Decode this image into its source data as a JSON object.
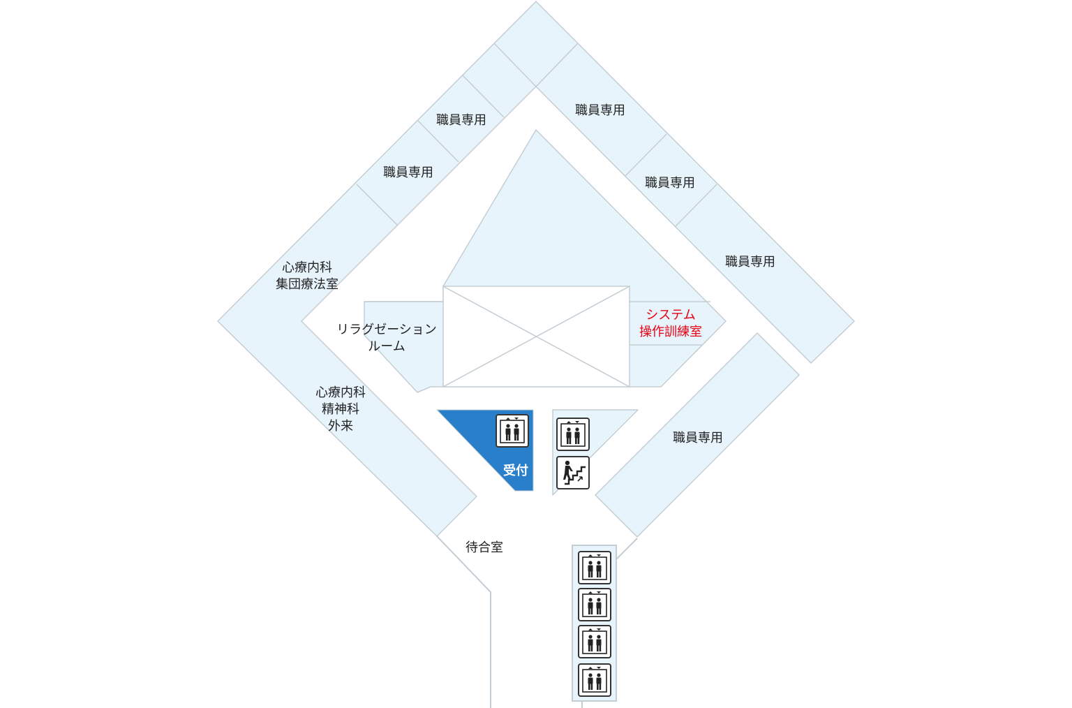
{
  "floor_map": {
    "colors": {
      "room_fill": "#e8f4fc",
      "outline": "#c4cdd3",
      "reception": "#2a7fcb",
      "highlight_text": "#e60012",
      "text": "#222222"
    },
    "rooms": {
      "staff_only_1": "職員専用",
      "staff_only_2": "職員専用",
      "staff_only_3": "職員専用",
      "staff_only_4": "職員専用",
      "staff_only_5": "職員専用",
      "staff_only_6": "職員専用",
      "group_therapy_line1": "心療内科",
      "group_therapy_line2": "集団療法室",
      "relaxation_line1": "リラグゼーション",
      "relaxation_line2": "ルーム",
      "system_training_line1": "システム",
      "system_training_line2": "操作訓練室",
      "outpatient_line1": "心療内科",
      "outpatient_line2": "精神科",
      "outpatient_line3": "外来",
      "reception": "受付",
      "waiting_room": "待合室"
    },
    "icons": {
      "elevator": "elevator-icon",
      "stairs": "stairs-icon"
    }
  }
}
